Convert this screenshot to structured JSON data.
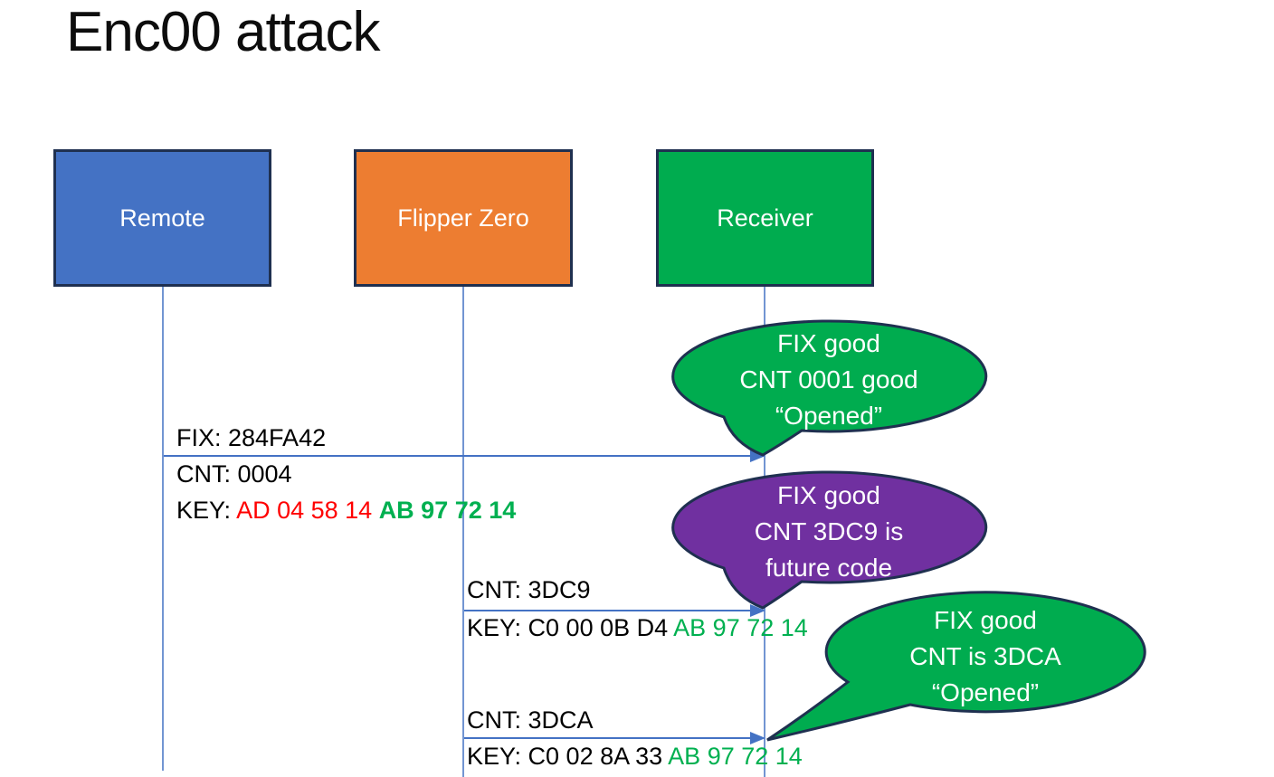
{
  "title": "Enc00 attack",
  "colors": {
    "blue": "#4472C4",
    "orange": "#ED7D31",
    "green": "#00AC4F",
    "purple": "#7030A0",
    "outline": "#1F3050",
    "arrow": "#4472C4",
    "red": "#FF0000",
    "keygreen": "#00B050"
  },
  "actors": [
    {
      "label": "Remote"
    },
    {
      "label": "Flipper Zero"
    },
    {
      "label": "Receiver"
    }
  ],
  "messages": [
    {
      "fix": "FIX: 284FA42",
      "cnt": "CNT: 0004",
      "key_prefix": "KEY: ",
      "key_red": "AD 04 58 14 ",
      "key_green": "AB 97 72 14"
    },
    {
      "cnt": "CNT: 3DC9",
      "key_prefix": "KEY: C0 00 0B D4 ",
      "key_green": "AB 97 72 14"
    },
    {
      "cnt": "CNT: 3DCA",
      "key_prefix": "KEY: C0 02 8A 33 ",
      "key_green": "AB 97 72 14"
    }
  ],
  "callouts": [
    {
      "lines": [
        "FIX good",
        "CNT 0001 good",
        "“Opened”"
      ]
    },
    {
      "lines": [
        "FIX good",
        "CNT 3DC9 is",
        "future code"
      ]
    },
    {
      "lines": [
        "FIX good",
        "CNT is 3DCA",
        "“Opened”"
      ]
    }
  ]
}
